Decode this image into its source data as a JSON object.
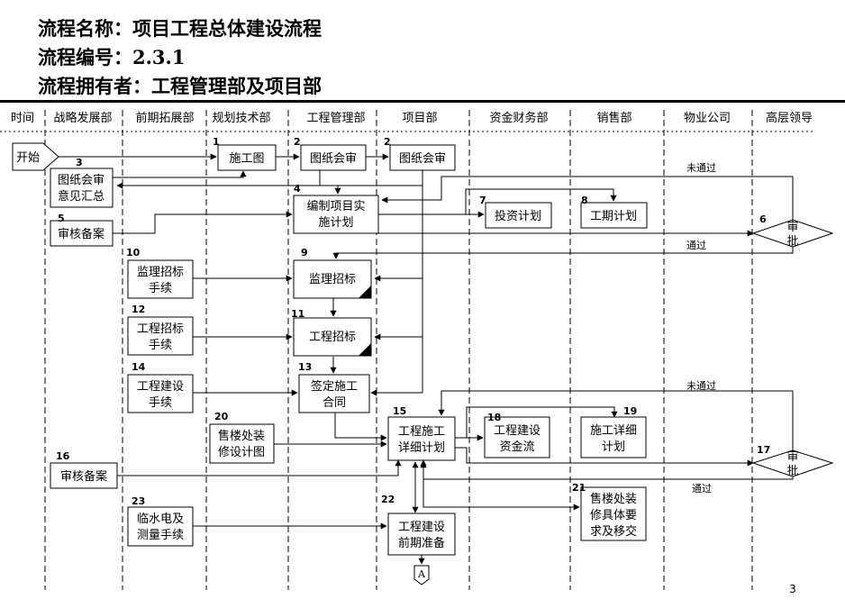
{
  "header": {
    "line1": "流程名称：项目工程总体建设流程",
    "line2": "流程编号：2.3.1",
    "line3": "流程拥有者：工程管理部及项目部"
  },
  "columns": [
    "时间",
    "战略发展部",
    "前期拓展部",
    "规划技术部",
    "工程管理部",
    "项目部",
    "资金财务部",
    "销售部",
    "物业公司",
    "高层领导"
  ],
  "nodes": {
    "start": "开始",
    "n1": {
      "num": "1",
      "label": "施工图"
    },
    "n2a": {
      "num": "2",
      "label": "图纸会审"
    },
    "n2b": {
      "num": "2",
      "label": "图纸会审"
    },
    "n3": {
      "num": "3",
      "line1": "图纸会审",
      "line2": "意见汇总"
    },
    "n4": {
      "num": "4",
      "line1": "编制项目实",
      "line2": "施计划"
    },
    "n5": {
      "num": "5",
      "label": "审核备案"
    },
    "n6": {
      "num": "6",
      "line1": "审",
      "line2": "批"
    },
    "n7": {
      "num": "7",
      "label": "投资计划"
    },
    "n8": {
      "num": "8",
      "label": "工期计划"
    },
    "n9": {
      "num": "9",
      "label": "监理招标"
    },
    "n10": {
      "num": "10",
      "line1": "监理招标",
      "line2": "手续"
    },
    "n11": {
      "num": "11",
      "label": "工程招标"
    },
    "n12": {
      "num": "12",
      "line1": "工程招标",
      "line2": "手续"
    },
    "n13": {
      "num": "13",
      "line1": "签定施工",
      "line2": "合同"
    },
    "n14": {
      "num": "14",
      "line1": "工程建设",
      "line2": "手续"
    },
    "n15": {
      "num": "15",
      "line1": "工程施工",
      "line2": "详细计划"
    },
    "n16": {
      "num": "16",
      "label": "审核备案"
    },
    "n17": {
      "num": "17",
      "line1": "审",
      "line2": "批"
    },
    "n18": {
      "num": "18",
      "line1": "工程建设",
      "line2": "资金流"
    },
    "n19": {
      "num": "19",
      "line1": "施工详细",
      "line2": "计划"
    },
    "n20": {
      "num": "20",
      "line1": "售楼处装",
      "line2": "修设计图"
    },
    "n21": {
      "num": "21",
      "line1": "售楼处装",
      "line2": "修具体要",
      "line3": "求及移交"
    },
    "n22": {
      "num": "22",
      "line1": "工程建设",
      "line2": "前期准备"
    },
    "n23": {
      "num": "23",
      "line1": "临水电及",
      "line2": "测量手续"
    },
    "connector": "A"
  },
  "edge_labels": {
    "reject_top": "未通过",
    "pass_top": "通过",
    "reject_bottom": "未通过",
    "pass_bottom": "通过"
  },
  "page_number": "3"
}
